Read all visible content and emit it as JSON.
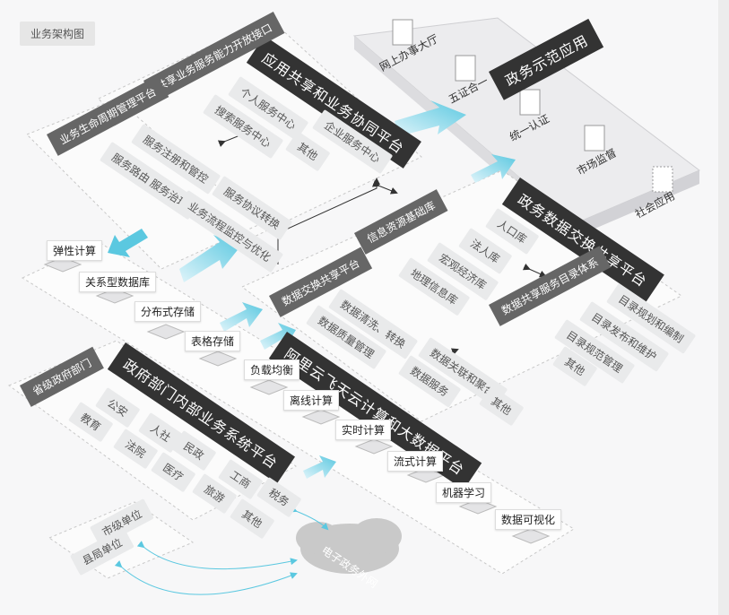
{
  "diagram_label": "业务架构图",
  "gov_app": {
    "title": "政务示范应用",
    "items": [
      "网上办事大厅",
      "五证合一",
      "统一认证",
      "市场监督",
      "社会应用"
    ]
  },
  "collab_platform": {
    "title": "应用共享和业务协同平台",
    "interface_title": "共享业务服务能力开放接口",
    "interface_cells": [
      "个人服务中心",
      "搜索服务中心",
      "企业服务中心",
      "其他"
    ],
    "lifecycle_title": "业务生命周期管理平台",
    "lifecycle_cells": [
      "服务注册和管控",
      "服务路由 服务治理",
      "服务协议转换",
      "业务流程监控与优化"
    ]
  },
  "exchange_platform": {
    "title": "政务数据交换共享平台",
    "resource_title": "信息资源基础库",
    "resource_cells": [
      "人口库",
      "法人库",
      "宏观经济库",
      "地理信息库"
    ],
    "catalog_title": "数据共享服务目录体系",
    "catalog_cells": [
      "目录规划和编制",
      "目录发布和维护",
      "目录规范管理",
      "其他"
    ],
    "exchange_title": "数据交换共享平台",
    "exchange_cells": [
      "数据清洗、转换",
      "数据质量管理",
      "数据关联和聚合",
      "数据服务",
      "其他"
    ]
  },
  "cloud_platform": {
    "title": "阿里云飞天云计算和大数据平台",
    "tools": [
      "弹性计算",
      "关系型数据库",
      "分布式存储",
      "表格存储",
      "负载均衡",
      "离线计算",
      "实时计算",
      "流式计算",
      "机器学习",
      "数据可视化"
    ]
  },
  "gov_system": {
    "title": "政府部门内部业务系统平台",
    "provincial_title": "省级政府部门",
    "cells": [
      "公安",
      "人社",
      "民政",
      "工商",
      "税务",
      "教育",
      "法院",
      "医疗",
      "旅游",
      "其他"
    ]
  },
  "egov_network": {
    "cloud_label": "电子政务外网",
    "units": [
      "市级单位",
      "县局单位"
    ]
  },
  "colors": {
    "dark_bar": "#333333",
    "mid_bar": "#666666",
    "cell": "#e9eaeb",
    "accent_arrow": "#5bc8e0",
    "cloud": "#c9c9c9"
  }
}
